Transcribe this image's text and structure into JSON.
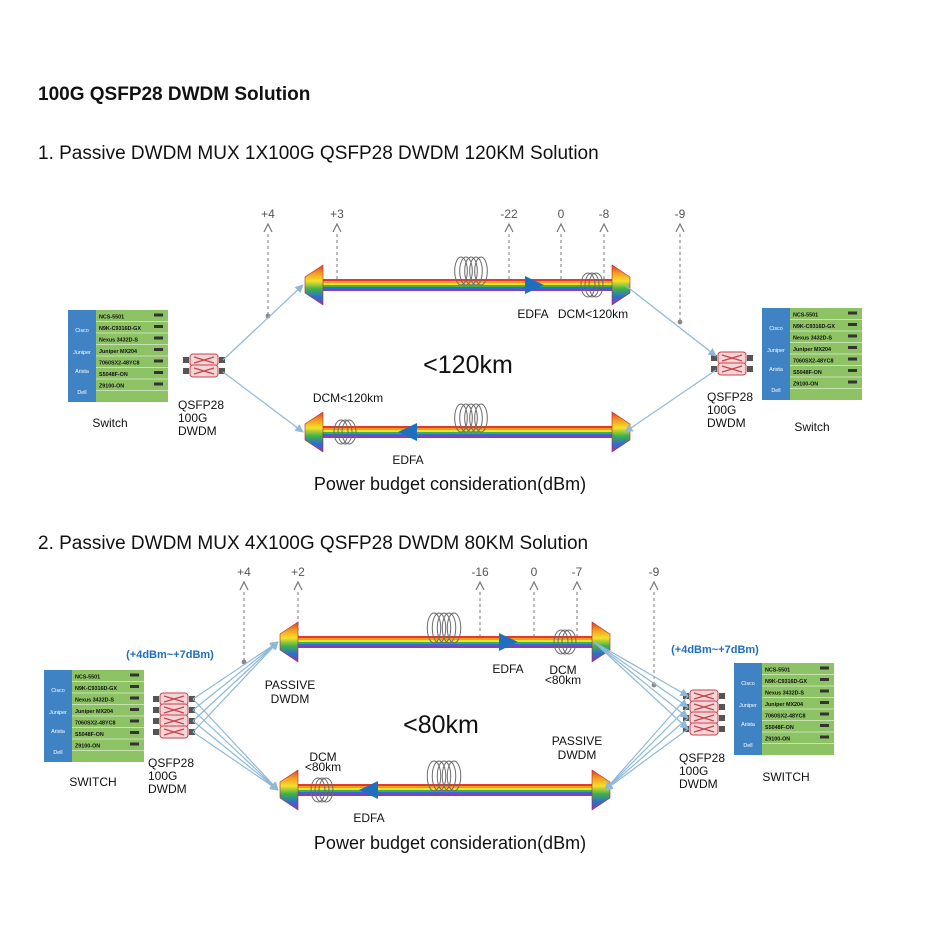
{
  "page_title": "100G QSFP28 DWDM Solution",
  "colors": {
    "arrow_blue": "#1f6fc0",
    "switch_green": "#8dc265",
    "switch_blue": "#3f83c4",
    "dashed_gray": "#7a7a7a",
    "link_line": "#8fb8d8"
  },
  "icons": [
    "fiber-coil-icon",
    "edfa-amplifier-icon",
    "dcm-coil-icon",
    "mux-prism-icon",
    "qsfp28-module-icon",
    "switch-panel-icon"
  ],
  "switch": {
    "vendors": [
      "Cisco",
      "Juniper",
      "Arista",
      "Dell"
    ],
    "models": [
      "NCS-5501",
      "N9K-C9316D-GX",
      "Nexus 3432D-S",
      "Juniper MX204",
      "7060SX2-48YC8",
      "S5048F-ON",
      "Z9100-ON"
    ]
  },
  "section1": {
    "title": "1.  Passive DWDM MUX 1X100G QSFP28 DWDM 120KM Solution",
    "power_values": [
      "+4",
      "+3",
      "-22",
      "0",
      "-8",
      "-9"
    ],
    "edfa_top": "EDFA",
    "dcm_top": "DCM<120km",
    "dcm_bottom": "DCM<120km",
    "edfa_bottom": "EDFA",
    "distance": "<120km",
    "qsfp_left": [
      "QSFP28",
      "100G",
      "DWDM"
    ],
    "qsfp_right": [
      "QSFP28",
      "100G",
      "DWDM"
    ],
    "switch_left": "Switch",
    "switch_right": "Switch",
    "caption": "Power budget consideration(dBm)"
  },
  "section2": {
    "title": "2.  Passive DWDM MUX 4X100G QSFP28 DWDM 80KM Solution",
    "power_values": [
      "+4",
      "+2",
      "-16",
      "0",
      "-7",
      "-9"
    ],
    "range_left": "(+4dBm~+7dBm)",
    "range_right": "(+4dBm~+7dBm)",
    "passive_left": [
      "PASSIVE",
      "DWDM"
    ],
    "passive_right": [
      "PASSIVE",
      "DWDM"
    ],
    "edfa_top": "EDFA",
    "dcm_top": [
      "DCM",
      "<80km"
    ],
    "dcm_bottom": [
      "DCM",
      "<80km"
    ],
    "edfa_bottom": "EDFA",
    "distance": "<80km",
    "qsfp_left": [
      "QSFP28",
      "100G",
      "DWDM"
    ],
    "qsfp_right": [
      "QSFP28",
      "100G",
      "DWDM"
    ],
    "switch_left": "SWITCH",
    "switch_right": "SWITCH",
    "caption": "Power budget consideration(dBm)"
  }
}
